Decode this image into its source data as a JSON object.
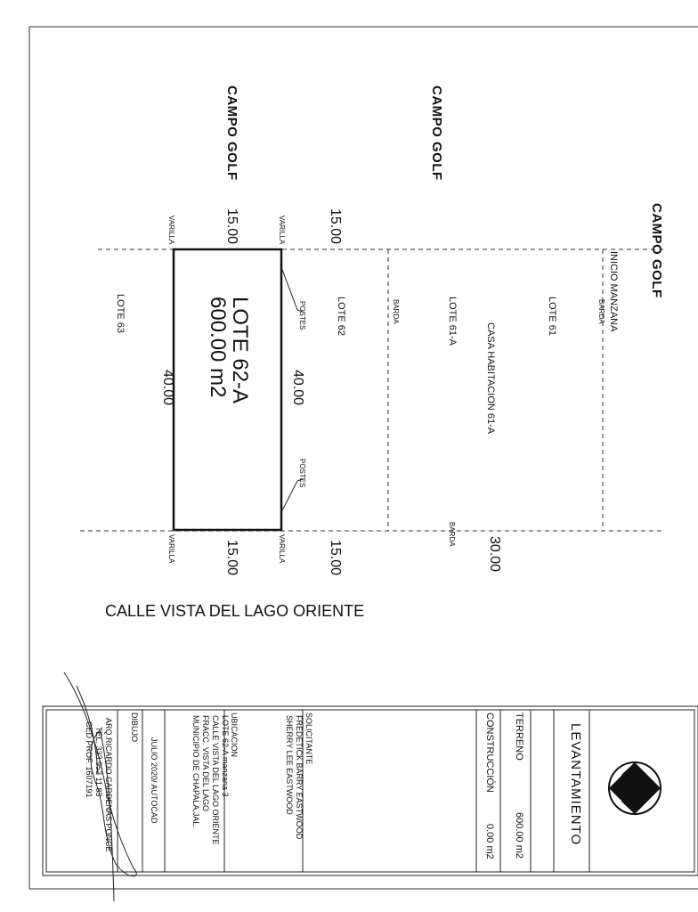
{
  "headers": {
    "campo_golf_1": "CAMPO GOLF",
    "campo_golf_2": "CAMPO GOLF",
    "campo_golf_3": "CAMPO GOLF",
    "inicio_manzana": "INICIO MANZANA"
  },
  "dimensions": {
    "top_15_a": "15.00",
    "top_15_b": "15.00",
    "bottom_15_a": "15.00",
    "bottom_15_b": "15.00",
    "bottom_30": "30.00",
    "side_40_left": "40.00",
    "side_40_right": "40.00"
  },
  "markers": {
    "varilla": "VARILLA",
    "postes": "POSTES",
    "barda": "BARDA"
  },
  "lots": {
    "lote_63": "LOTE 63",
    "lote_62": "LOTE 62",
    "lote_61a": "LOTE 61-A",
    "lote_61": "LOTE 61",
    "casa": "CASA HABITACION 61-A",
    "main_name": "LOTE 62-A",
    "main_area": "600.00 m2"
  },
  "street": "CALLE VISTA DEL LAGO ORIENTE",
  "title_block": {
    "title": "LEVANTAMIENTO",
    "terreno_label": "TERRENO",
    "terreno_value": "600.00 m2",
    "construccion_label": "CONSTRUCCIÓN",
    "construccion_value": "0.00 m2",
    "solicitante_label": "SOLICITANTE",
    "solicitante_1": "FREDETICK BARRY EASTWOOD",
    "solicitante_2": "SHERRY LEE EASTWOOD",
    "ubicacion_label": "UBICACION",
    "ubicacion_1": "LOTE 62-A manzana 3",
    "ubicacion_2": "CALLE VISTA DEL LAGO ORIENTE",
    "ubicacion_3": "FRACC. VISTA DEL LAGO",
    "ubicacion_4": "MUNICIPIO DE CHAPALA,JAL.",
    "fecha": "JULIO 2020/  AUTOCAD",
    "dibujo_label": "DIBUJO",
    "arq_1": "ARQ.RICARDO CARDENAS PONCE",
    "arq_2": "TEL. 333 952 11 83",
    "arq_3": "CED PROF. 1607191"
  }
}
